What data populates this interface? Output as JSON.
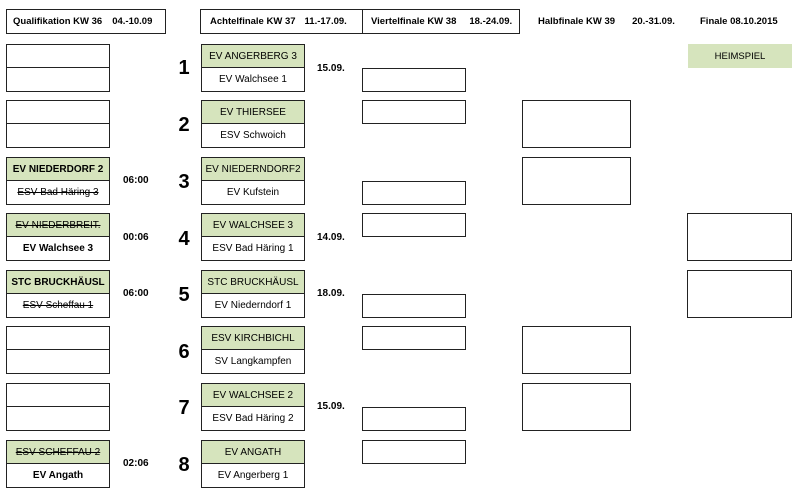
{
  "headers": {
    "qualifikation": "Qualifikation KW 36",
    "qualifikation_date": "04.-10.09",
    "achtelfinale": "Achtelfinale KW 37",
    "achtelfinale_date": "11.-17.09.",
    "viertelfinale": "Viertelfinale KW 38",
    "viertelfinale_date": "18.-24.09.",
    "halbfinale": "Halbfinale KW 39",
    "halbfinale_date": "20.-31.09.",
    "finale": "Finale 08.10.2015"
  },
  "heimspiel": "HEIMSPIEL",
  "qualification": [
    {
      "home": "",
      "away": "",
      "result": ""
    },
    {
      "home": "",
      "away": "",
      "result": ""
    },
    {
      "home": "EV NIEDERDORF 2",
      "away": "ESV Bad Häring 3",
      "result": "06:00"
    },
    {
      "home": "EV NIEDERBREIT.",
      "away": "EV Walchsee 3",
      "result": "00:06"
    },
    {
      "home": "STC BRUCKHÄUSL",
      "away": "ESV Scheffau 1",
      "result": "06:00"
    },
    {
      "home": "",
      "away": "",
      "result": ""
    },
    {
      "home": "",
      "away": "",
      "result": ""
    },
    {
      "home": "ESV SCHEFFAU 2",
      "away": "EV Angath",
      "result": "02:06"
    }
  ],
  "round_of_16": [
    {
      "number": "1",
      "home": "EV ANGERBERG 3",
      "away": "EV Walchsee 1",
      "date": "15.09."
    },
    {
      "number": "2",
      "home": "EV THIERSEE",
      "away": "ESV Schwoich",
      "date": ""
    },
    {
      "number": "3",
      "home": "EV NIEDERNDORF2",
      "away": "EV Kufstein",
      "date": ""
    },
    {
      "number": "4",
      "home": "EV WALCHSEE 3",
      "away": "ESV Bad Häring 1",
      "date": "14.09."
    },
    {
      "number": "5",
      "home": "STC BRUCKHÄUSL",
      "away": "EV Niederndorf 1",
      "date": "18.09."
    },
    {
      "number": "6",
      "home": "ESV KIRCHBICHL",
      "away": "SV Langkampfen",
      "date": ""
    },
    {
      "number": "7",
      "home": "EV WALCHSEE 2",
      "away": "ESV Bad Häring 2",
      "date": "15.09."
    },
    {
      "number": "8",
      "home": "EV ANGATH",
      "away": "EV Angerberg 1",
      "date": ""
    }
  ]
}
